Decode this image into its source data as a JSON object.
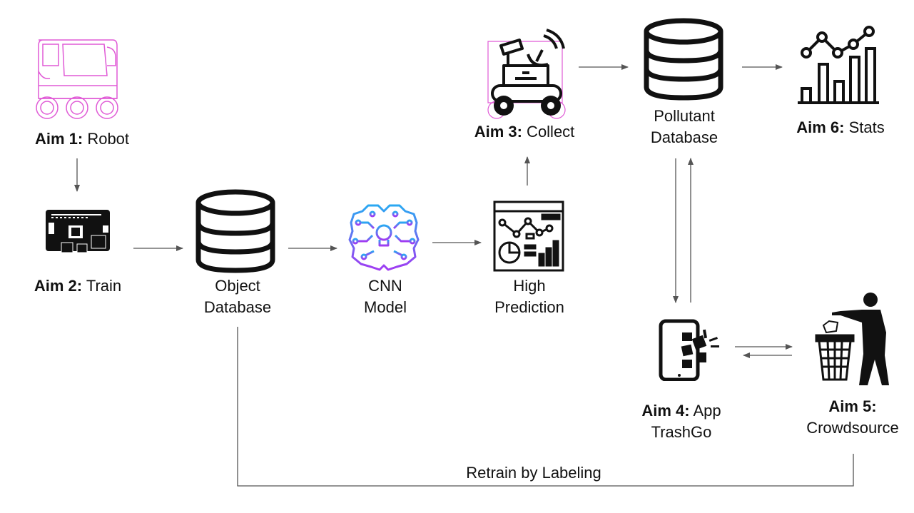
{
  "nodes": {
    "aim1": {
      "bold": "Aim 1:",
      "text": " Robot"
    },
    "aim2": {
      "bold": "Aim 2:",
      "text": " Train"
    },
    "aim3": {
      "bold": "Aim 3:",
      "text": " Collect"
    },
    "aim4": {
      "bold": "Aim 4:",
      "text": " App",
      "line2": "TrashGo"
    },
    "aim5": {
      "bold": "Aim 5:",
      "line2": "Crowdsource"
    },
    "aim6": {
      "bold": "Aim 6:",
      "text": " Stats"
    },
    "object_db": {
      "line1": "Object",
      "line2": "Database"
    },
    "cnn": {
      "line1": "CNN",
      "line2": "Model"
    },
    "high_pred": {
      "line1": "High",
      "line2": "Prediction"
    },
    "pollutant_db": {
      "line1": "Pollutant",
      "line2": "Database"
    }
  },
  "feedback_label": "Retrain by Labeling",
  "icons": {
    "aim1": "robot-vehicle-icon",
    "aim2": "circuit-board-icon",
    "aim3": "rover-robot-icon",
    "aim4": "smartphone-app-icon",
    "aim5": "person-trash-bin-icon",
    "aim6": "stats-chart-icon",
    "object_db": "database-icon",
    "cnn": "brain-circuit-icon",
    "high_pred": "dashboard-icon",
    "pollutant_db": "database-icon"
  },
  "colors": {
    "robot_outline": "#e05ad6",
    "brain_gradient_start": "#2aa8f2",
    "brain_gradient_end": "#a13cf2",
    "arrow": "#555555"
  }
}
